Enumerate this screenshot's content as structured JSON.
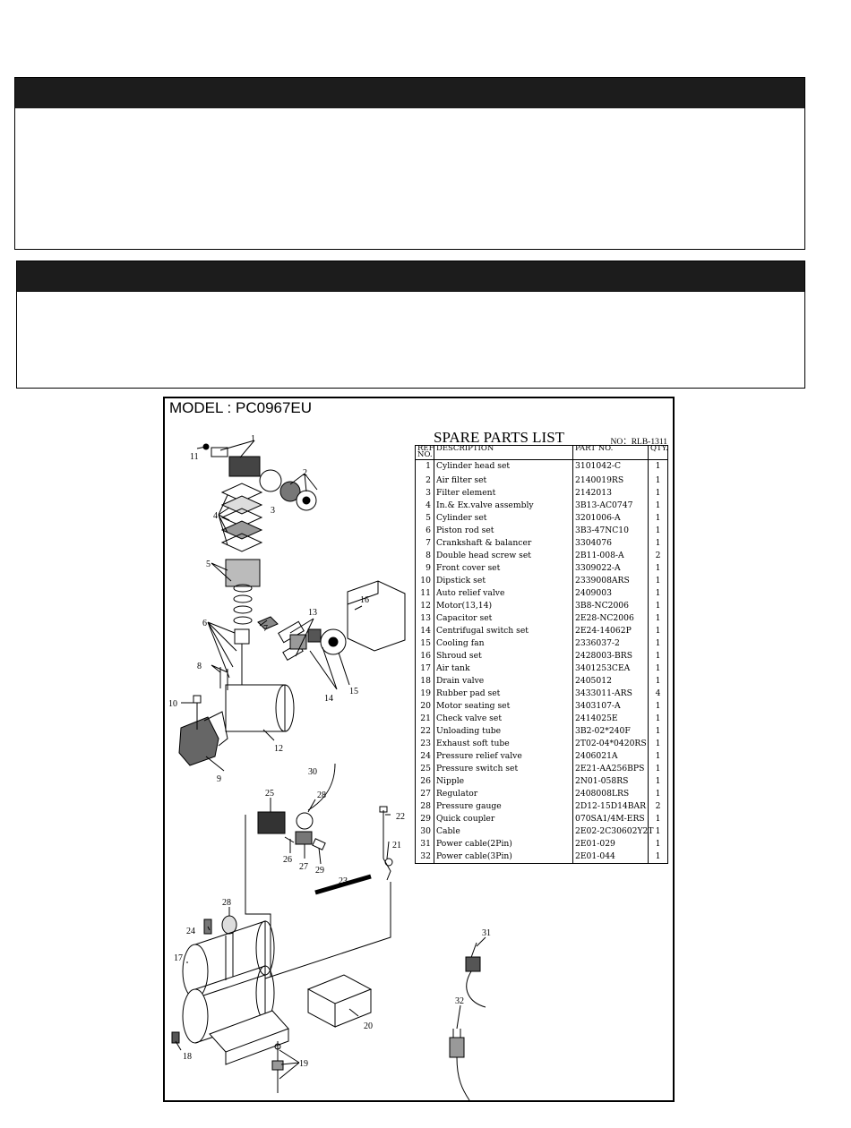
{
  "model": "MODEL : PC0967EU",
  "parts_list": {
    "title": "SPARE PARTS LIST",
    "number": "NO：RLB-1311",
    "headers": {
      "ref": "REF.\nNO.",
      "description": "DESCRIPTION",
      "part_no": "PART NO.",
      "qty": "QTY."
    },
    "rows": [
      {
        "ref": "1",
        "description": "Cylinder head set",
        "part_no": "3101042-C",
        "qty": "1"
      },
      {
        "ref": "2",
        "description": "Air filter set",
        "part_no": "2140019RS",
        "qty": "1"
      },
      {
        "ref": "3",
        "description": "Filter element",
        "part_no": "2142013",
        "qty": "1"
      },
      {
        "ref": "4",
        "description": "In.& Ex.valve assembly",
        "part_no": "3B13-AC0747",
        "qty": "1"
      },
      {
        "ref": "5",
        "description": "Cylinder set",
        "part_no": "3201006-A",
        "qty": "1"
      },
      {
        "ref": "6",
        "description": "Piston rod set",
        "part_no": "3B3-47NC10",
        "qty": "1"
      },
      {
        "ref": "7",
        "description": "Crankshaft & balancer",
        "part_no": "3304076",
        "qty": "1"
      },
      {
        "ref": "8",
        "description": "Double head screw set",
        "part_no": "2B11-008-A",
        "qty": "2"
      },
      {
        "ref": "9",
        "description": "Front cover set",
        "part_no": "3309022-A",
        "qty": "1"
      },
      {
        "ref": "10",
        "description": "Dipstick set",
        "part_no": "2339008ARS",
        "qty": "1"
      },
      {
        "ref": "11",
        "description": "Auto relief valve",
        "part_no": "2409003",
        "qty": "1"
      },
      {
        "ref": "12",
        "description": "Motor(13,14)",
        "part_no": "3B8-NC2006",
        "qty": "1"
      },
      {
        "ref": "13",
        "description": "Capacitor set",
        "part_no": "2E28-NC2006",
        "qty": "1"
      },
      {
        "ref": "14",
        "description": "Centrifugal switch set",
        "part_no": "2E24-14062P",
        "qty": "1"
      },
      {
        "ref": "15",
        "description": "Cooling fan",
        "part_no": "2336037-2",
        "qty": "1"
      },
      {
        "ref": "16",
        "description": "Shroud set",
        "part_no": "2428003-BRS",
        "qty": "1"
      },
      {
        "ref": "17",
        "description": "Air tank",
        "part_no": "3401253CEA",
        "qty": "1"
      },
      {
        "ref": "18",
        "description": "Drain valve",
        "part_no": "2405012",
        "qty": "1"
      },
      {
        "ref": "19",
        "description": "Rubber pad set",
        "part_no": "3433011-ARS",
        "qty": "4"
      },
      {
        "ref": "20",
        "description": "Motor seating set",
        "part_no": "3403107-A",
        "qty": "1"
      },
      {
        "ref": "21",
        "description": "Check valve set",
        "part_no": "2414025E",
        "qty": "1"
      },
      {
        "ref": "22",
        "description": "Unloading tube",
        "part_no": "3B2-02*240F",
        "qty": "1"
      },
      {
        "ref": "23",
        "description": "Exhaust soft tube",
        "part_no": "2T02-04*0420RS",
        "qty": "1"
      },
      {
        "ref": "24",
        "description": "Pressure relief valve",
        "part_no": "2406021A",
        "qty": "1"
      },
      {
        "ref": "25",
        "description": "Pressure switch set",
        "part_no": "2E21-AA256BPS",
        "qty": "1"
      },
      {
        "ref": "26",
        "description": "Nipple",
        "part_no": "2N01-058RS",
        "qty": "1"
      },
      {
        "ref": "27",
        "description": "Regulator",
        "part_no": "2408008LRS",
        "qty": "1"
      },
      {
        "ref": "28",
        "description": "Pressure gauge",
        "part_no": "2D12-15D14BAR",
        "qty": "2"
      },
      {
        "ref": "29",
        "description": "Quick coupler",
        "part_no": "070SA1/4M-ERS",
        "qty": "1"
      },
      {
        "ref": "30",
        "description": "Cable",
        "part_no": "2E02-2C30602Y2T",
        "qty": "1"
      },
      {
        "ref": "31",
        "description": "Power cable(2Pin)",
        "part_no": "2E01-029",
        "qty": "1"
      },
      {
        "ref": "32",
        "description": "Power cable(3Pin)",
        "part_no": "2E01-044",
        "qty": "1"
      }
    ]
  },
  "callouts": [
    "1",
    "2",
    "3",
    "4",
    "5",
    "6",
    "7",
    "8",
    "9",
    "10",
    "11",
    "12",
    "13",
    "14",
    "15",
    "16",
    "17",
    "18",
    "19",
    "20",
    "21",
    "22",
    "23",
    "24",
    "25",
    "26",
    "27",
    "28",
    "28",
    "29",
    "30",
    "31",
    "32"
  ]
}
